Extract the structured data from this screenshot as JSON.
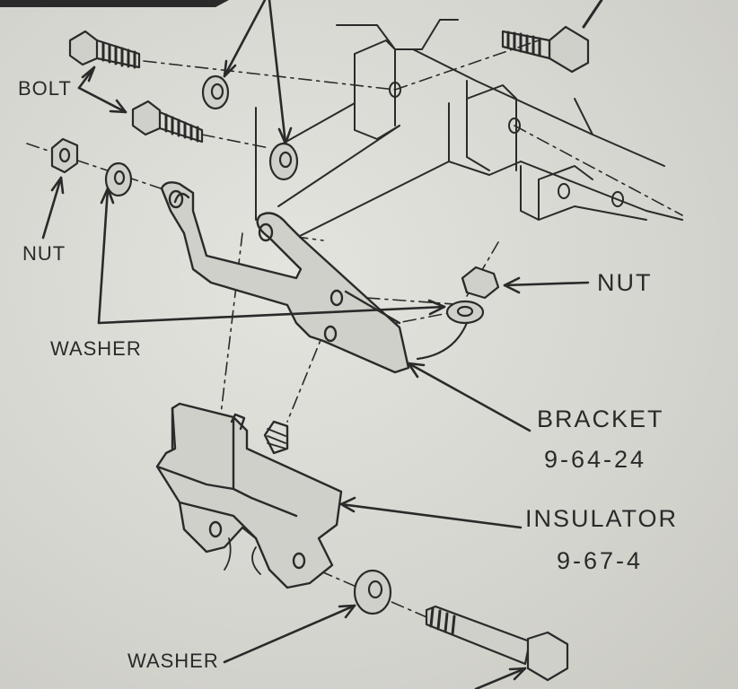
{
  "labels": {
    "bolt": "BOLT",
    "nut_left": "NUT",
    "nut_right": "NUT",
    "washer_top": "WASHER",
    "washer_bottom": "WASHER",
    "bracket": "BRACKET",
    "bracket_ref": "9-64-24",
    "insulator": "INSULATOR",
    "insulator_ref": "9-67-4"
  },
  "colors": {
    "ink": "#2a2a2a",
    "paper": "#dcdcd6"
  }
}
